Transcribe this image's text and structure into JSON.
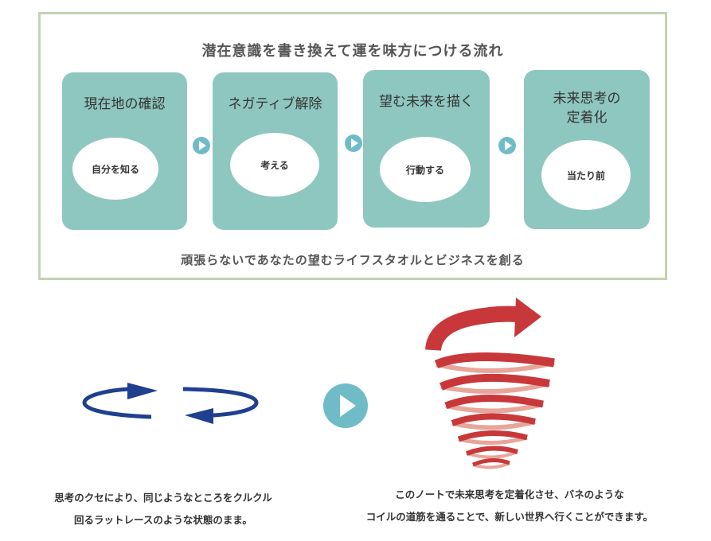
{
  "diagram": {
    "title": "潜在意識を書き換えて運を味方につける流れ",
    "steps": [
      {
        "title": "現在地の確認",
        "action": "自分を知る"
      },
      {
        "title": "ネガティブ解除",
        "action": "考える"
      },
      {
        "title": "望む未来を描く",
        "action": "行動する"
      },
      {
        "title": "未来思考の",
        "title2": "定着化",
        "action": "当たり前"
      }
    ],
    "footer": "頑張らないであなたの望むライフスタオルとビジネスを創る"
  },
  "left_caption": {
    "line1": "思考のクセにより、同じようなところをクルクル",
    "line2": "回るラットレースのような状態のまま。"
  },
  "right_caption": {
    "line1": "このノートで未来思考を定着化させ、バネのような",
    "line2": "コイルの道筋を通ることで、新しい世界へ行くことができます。"
  },
  "colors": {
    "frame_border": "#c4d2b0",
    "card": "#8ec7bf",
    "play_icon": "#6fbcc8",
    "loop_arrow": "#1f3f8f",
    "spiral_red": "#c8383a",
    "spiral_light": "#e8a59a"
  }
}
